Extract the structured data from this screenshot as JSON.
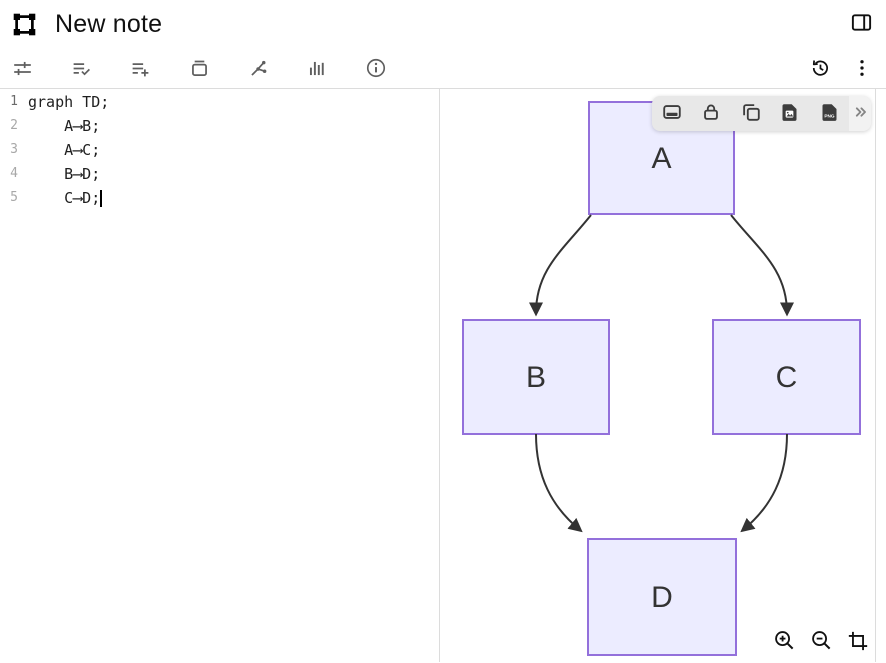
{
  "header": {
    "title": "New note",
    "window_icon": "frame-select-icon",
    "panel_toggle_icon": "sidebar-right-icon"
  },
  "toolbar": {
    "items": [
      {
        "name": "tune",
        "icon": "sliders-icon"
      },
      {
        "name": "list-check",
        "icon": "list-check-icon"
      },
      {
        "name": "list-add",
        "icon": "list-add-icon"
      },
      {
        "name": "archive",
        "icon": "archive-box-icon"
      },
      {
        "name": "graph",
        "icon": "fork-graph-icon"
      },
      {
        "name": "chart",
        "icon": "bar-chart-icon"
      },
      {
        "name": "info",
        "icon": "info-circle-icon"
      }
    ],
    "right_items": [
      {
        "name": "history",
        "icon": "history-clock-icon"
      },
      {
        "name": "more",
        "icon": "kebab-menu-icon"
      }
    ]
  },
  "editor": {
    "language": "mermaid",
    "lines": [
      {
        "number": "1",
        "code": "graph TD;"
      },
      {
        "number": "2",
        "code": "    A⟶B;"
      },
      {
        "number": "3",
        "code": "    A⟶C;"
      },
      {
        "number": "4",
        "code": "    B⟶D;"
      },
      {
        "number": "5",
        "code": "    C⟶D;"
      }
    ]
  },
  "canvas": {
    "floating_toolbar": {
      "png_label": "PNG",
      "buttons": [
        "card-view",
        "lock",
        "duplicate",
        "export-image",
        "export-png",
        "expand-more"
      ]
    },
    "zoom_controls": [
      "zoom-in",
      "zoom-out",
      "fit-crop"
    ],
    "diagram": {
      "type": "flowchart",
      "direction": "TD",
      "nodes": [
        {
          "id": "A",
          "label": "A"
        },
        {
          "id": "B",
          "label": "B"
        },
        {
          "id": "C",
          "label": "C"
        },
        {
          "id": "D",
          "label": "D"
        }
      ],
      "edges": [
        {
          "from": "A",
          "to": "B"
        },
        {
          "from": "A",
          "to": "C"
        },
        {
          "from": "B",
          "to": "D"
        },
        {
          "from": "C",
          "to": "D"
        }
      ],
      "node_fill": "#ECECFF",
      "node_border": "#9370DB",
      "edge_color": "#333333"
    }
  }
}
